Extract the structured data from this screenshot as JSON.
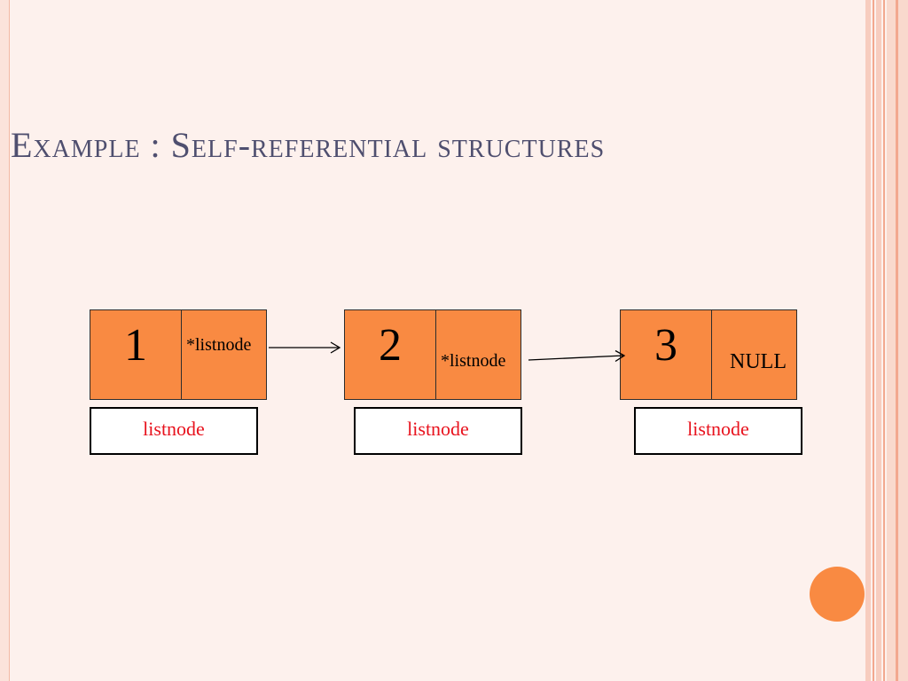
{
  "slide": {
    "title": "Example : Self-referential structures"
  },
  "nodes": [
    {
      "value": "1",
      "pointer": "*listnode",
      "label": "listnode"
    },
    {
      "value": "2",
      "pointer": "*listnode",
      "label": "listnode"
    },
    {
      "value": "3",
      "pointer": "NULL",
      "label": "listnode"
    }
  ],
  "colors": {
    "node_fill": "#f98a42",
    "label_text": "#e8121d",
    "title_text": "#4f4f6f",
    "background": "#fdf1ed"
  }
}
